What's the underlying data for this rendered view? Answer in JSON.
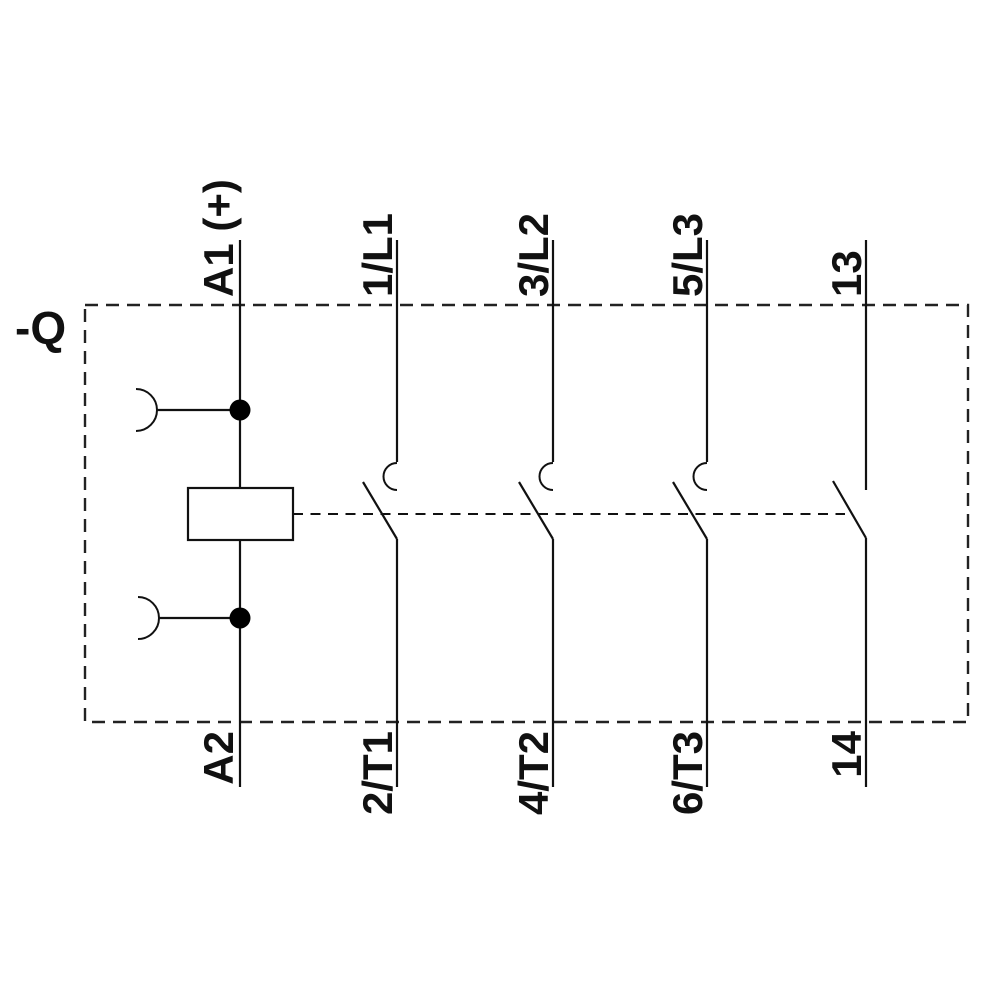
{
  "diagram": {
    "type": "contactor-wiring-schematic",
    "device_label": "-Q",
    "coil": {
      "top_terminal": "A1 (+)",
      "bottom_terminal": "A2"
    },
    "main_poles": [
      {
        "top_terminal": "1/L1",
        "bottom_terminal": "2/T1"
      },
      {
        "top_terminal": "3/L2",
        "bottom_terminal": "4/T2"
      },
      {
        "top_terminal": "5/L3",
        "bottom_terminal": "6/T3"
      }
    ],
    "aux_contact": {
      "top_terminal": "13",
      "bottom_terminal": "14"
    },
    "colors": {
      "line": "#111111",
      "background": "#ffffff"
    }
  }
}
